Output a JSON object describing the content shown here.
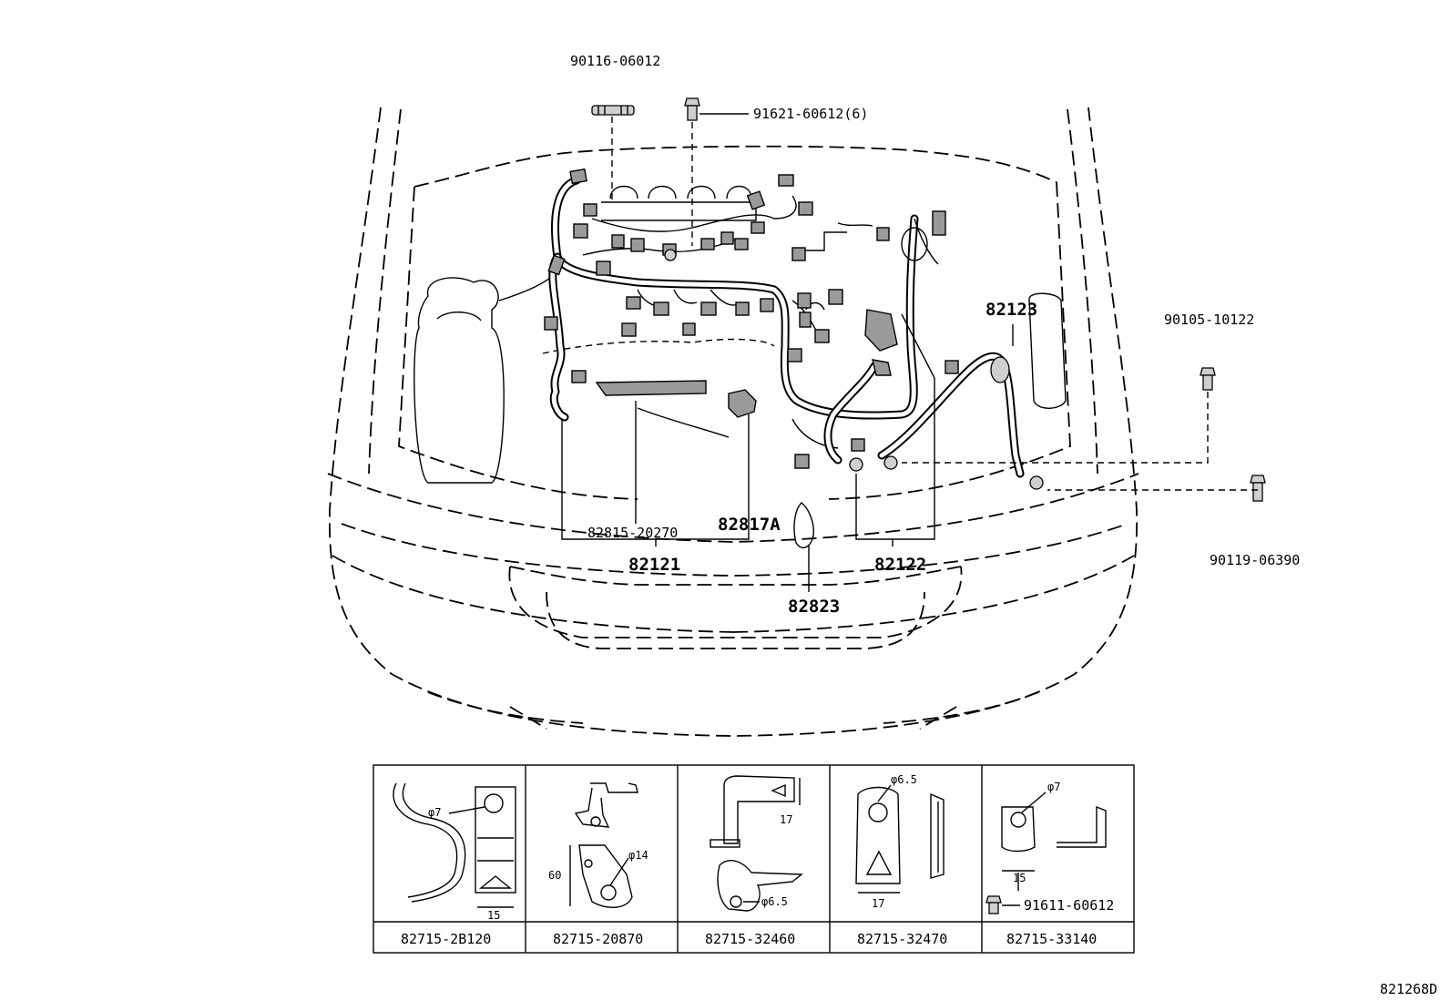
{
  "parts": {
    "p90116": "90116-06012",
    "p91621": "91621-60612(6)",
    "p82123": "82123",
    "p90105": "90105-10122",
    "p90119": "90119-06390",
    "p82815": "82815-20270",
    "p82817a": "82817A",
    "p82121": "82121",
    "p82122": "82122",
    "p82823": "82823"
  },
  "clamps": [
    {
      "part": "82715-2B120",
      "dims": [
        "φ7",
        "15"
      ]
    },
    {
      "part": "82715-20870",
      "dims": [
        "φ14",
        "60"
      ]
    },
    {
      "part": "82715-32460",
      "dims": [
        "17",
        "φ6.5"
      ]
    },
    {
      "part": "82715-32470",
      "dims": [
        "φ6.5",
        "17"
      ]
    },
    {
      "part": "82715-33140",
      "dims": [
        "φ7",
        "15"
      ],
      "bolt": "91611-60612"
    }
  ],
  "figure_id": "821268D"
}
